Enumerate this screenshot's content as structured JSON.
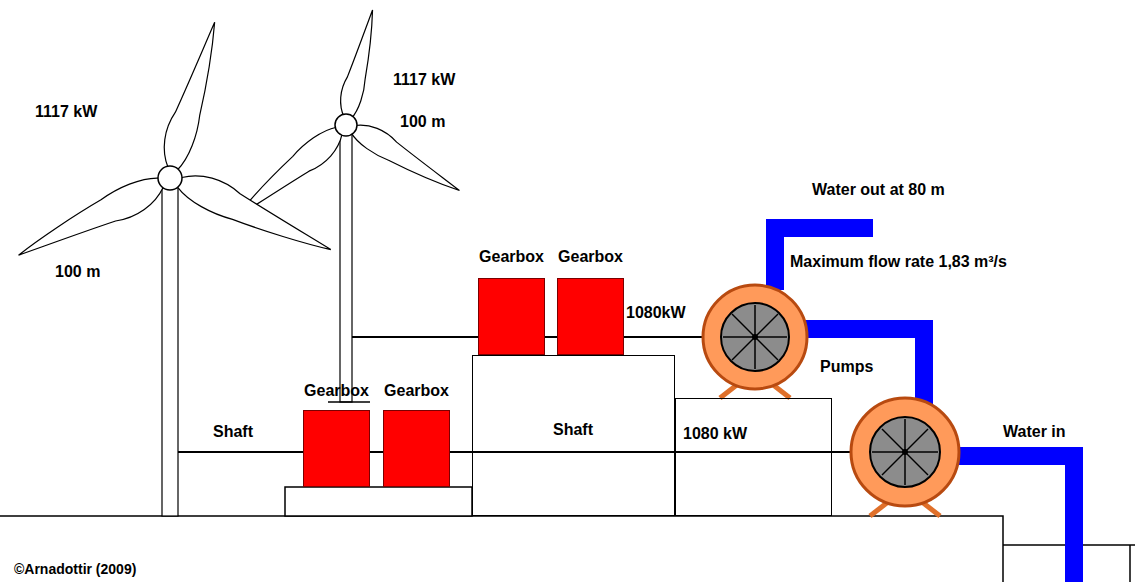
{
  "diagram": {
    "nodes": [
      {
        "text": [
          "Gearbox"
        ]
      },
      {
        "text": [
          "Gearbox"
        ]
      },
      {
        "text": [
          "Gearbox"
        ]
      },
      {
        "text": [
          "Gearbox"
        ]
      },
      {
        "text": [
          "Shaft"
        ]
      },
      {
        "text": [
          "1080 kW"
        ]
      }
    ],
    "labels": [
      "1117 kW",
      "1117 kW",
      "100 m",
      "Water out at 80 m",
      "Maximum flow rate 1,83 m³/s",
      "100 m",
      "1080kW",
      "Pumps",
      "Shaft",
      "Water in",
      "©Arnadottir (2009)"
    ]
  }
}
